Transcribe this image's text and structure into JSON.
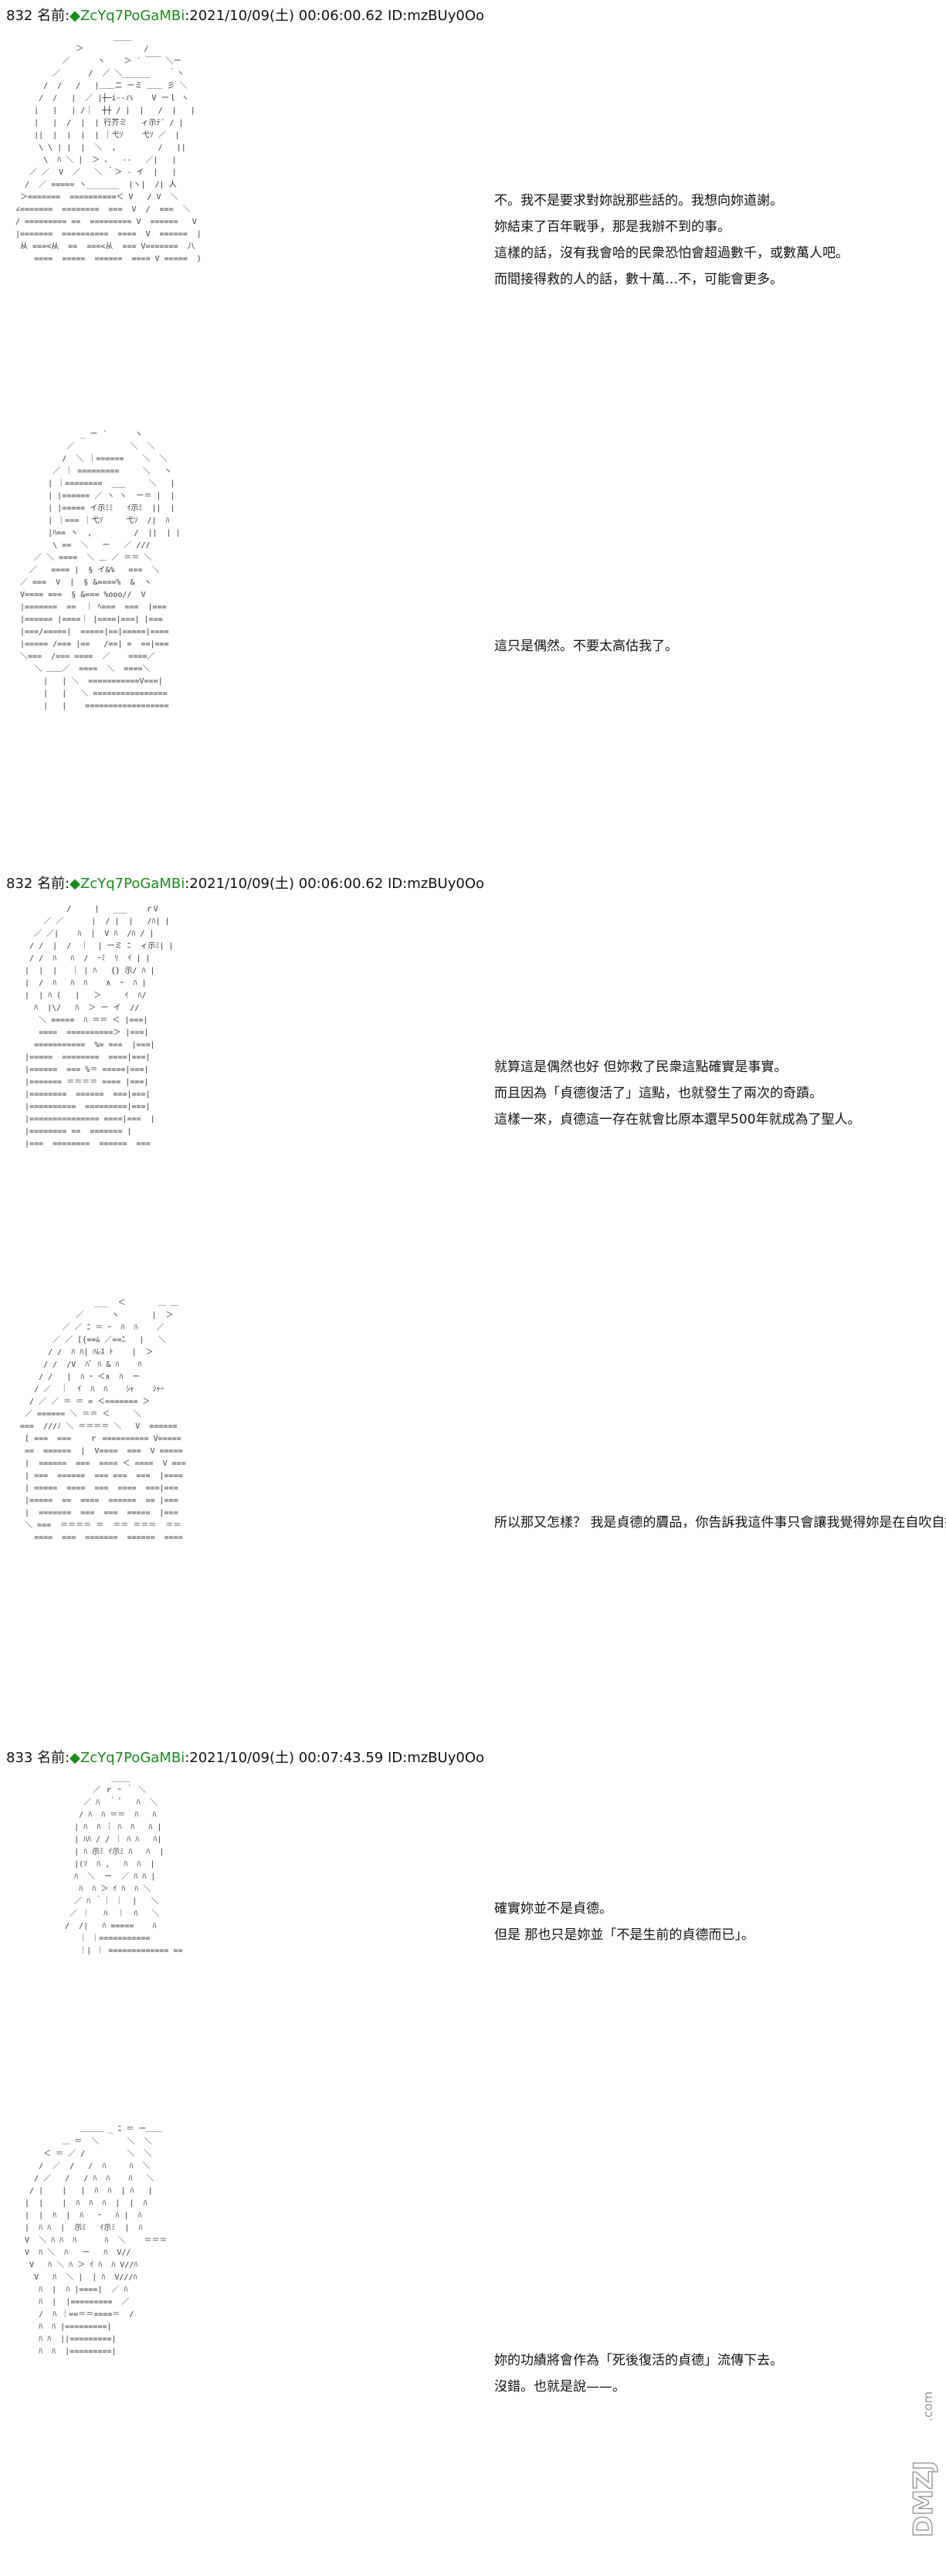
{
  "posts": [
    {
      "header": {
        "num": "832",
        "label": "名前:",
        "trip": "◆ZcYq7PoGaMBi",
        "meta": ":2021/10/09(土) 00:06:00.62 ID:mzBUy0Oo"
      }
    },
    {
      "header": {
        "num": "832",
        "label": "名前:",
        "trip": "◆ZcYq7PoGaMBi",
        "meta": ":2021/10/09(土) 00:06:00.62 ID:mzBUy0Oo"
      }
    },
    {
      "header": {
        "num": "833",
        "label": "名前:",
        "trip": "◆ZcYq7PoGaMBi",
        "meta": ":2021/10/09(土) 00:07:43.59 ID:mzBUy0Oo"
      }
    }
  ],
  "panels": [
    {
      "lines": [
        "不。我不是要求對妳說那些話的。我想向妳道謝。",
        "妳結束了百年戰爭，那是我辦不到的事。",
        "這樣的話，沒有我會哈的民衆恐怕會超過數千，或數萬人吧。",
        "而間接得救的人的話，數十萬…不，可能會更多。"
      ]
    },
    {
      "lines": [
        "這只是偶然。不要太高估我了。"
      ]
    },
    {
      "lines": [
        "就算這是偶然也好 但妳救了民衆這點確實是事實。",
        "而且因為「貞德復活了」這點，也就發生了兩次的奇蹟。",
        "這樣一來，貞德這一存在就會比原本還早500年就成為了聖人。"
      ]
    },
    {
      "lines": [
        "所以那又怎樣？ 我是貞德的贗品，你告訴我這件事只會讓我覺得妳是在自吹自擂。"
      ]
    },
    {
      "lines": [
        "確實妳並不是貞德。",
        "但是 那也只是妳並「不是生前的貞德而已」。"
      ]
    },
    {
      "lines": [
        "妳的功績將會作為「死後復活的貞德」流傳下去。",
        "沒錯。也就是說——。"
      ]
    }
  ],
  "watermark": {
    "text": "DMZJ.com"
  }
}
